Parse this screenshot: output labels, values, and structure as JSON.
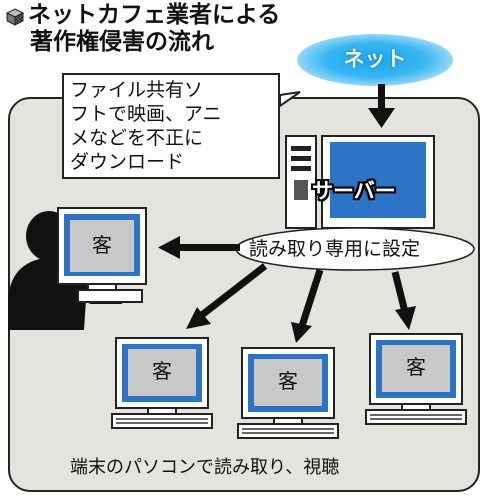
{
  "title": {
    "line1": "ネットカフェ業者による",
    "line2": "著作権侵害の流れ"
  },
  "net_label": "ネット",
  "note": {
    "lines": [
      "ファイル共有ソ",
      "フトで映画、アニ",
      "メなどを不正に",
      "ダウンロード"
    ]
  },
  "server_label": "サーバー",
  "setting_label": "読み取り専用に設定",
  "clients": [
    {
      "label": "客"
    },
    {
      "label": "客"
    },
    {
      "label": "客"
    },
    {
      "label": "客"
    }
  ],
  "bottom_caption": "端末のパソコンで読み取り、視聴",
  "colors": {
    "screen_blue": "#2d73c6",
    "screen_gray": "#c8c8c8",
    "panel_gray": "#e4e4de",
    "net_blue": "#1aa6ec"
  }
}
